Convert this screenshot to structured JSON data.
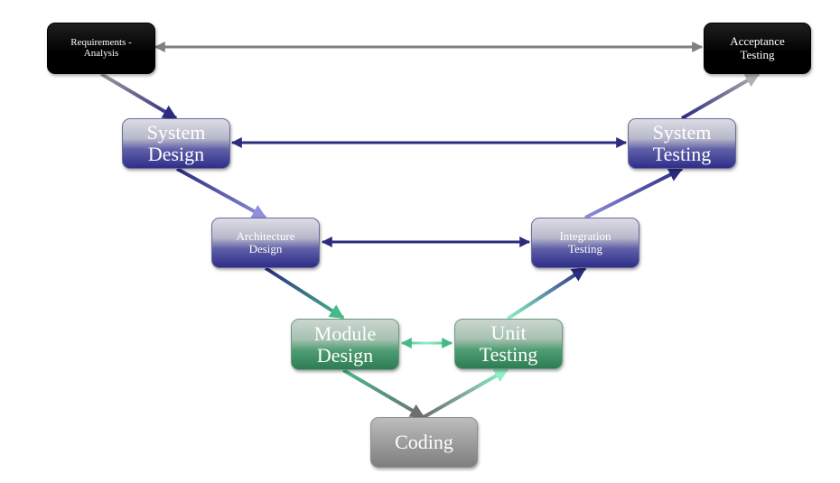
{
  "nodes": {
    "requirements": {
      "lines": [
        "Requirements -",
        "Analysis"
      ]
    },
    "acceptance": {
      "lines": [
        "Acceptance",
        "Testing"
      ]
    },
    "system_design": {
      "lines": [
        "System",
        "Design"
      ]
    },
    "system_testing": {
      "lines": [
        "System",
        "Testing"
      ]
    },
    "architecture": {
      "lines": [
        "Architecture",
        "Design"
      ]
    },
    "integration": {
      "lines": [
        "Integration",
        "Testing"
      ]
    },
    "module_design": {
      "lines": [
        "Module",
        "Design"
      ]
    },
    "unit_testing": {
      "lines": [
        "Unit",
        "Testing"
      ]
    },
    "coding": {
      "lines": [
        "Coding"
      ]
    }
  },
  "colors": {
    "gray_arrow": "#7f7f7f",
    "navy_arrow": "#2b2b80",
    "violet_light": "#8f8fdc",
    "teal_arrow": "#45b98a",
    "teal_light": "#8ff0c8"
  }
}
